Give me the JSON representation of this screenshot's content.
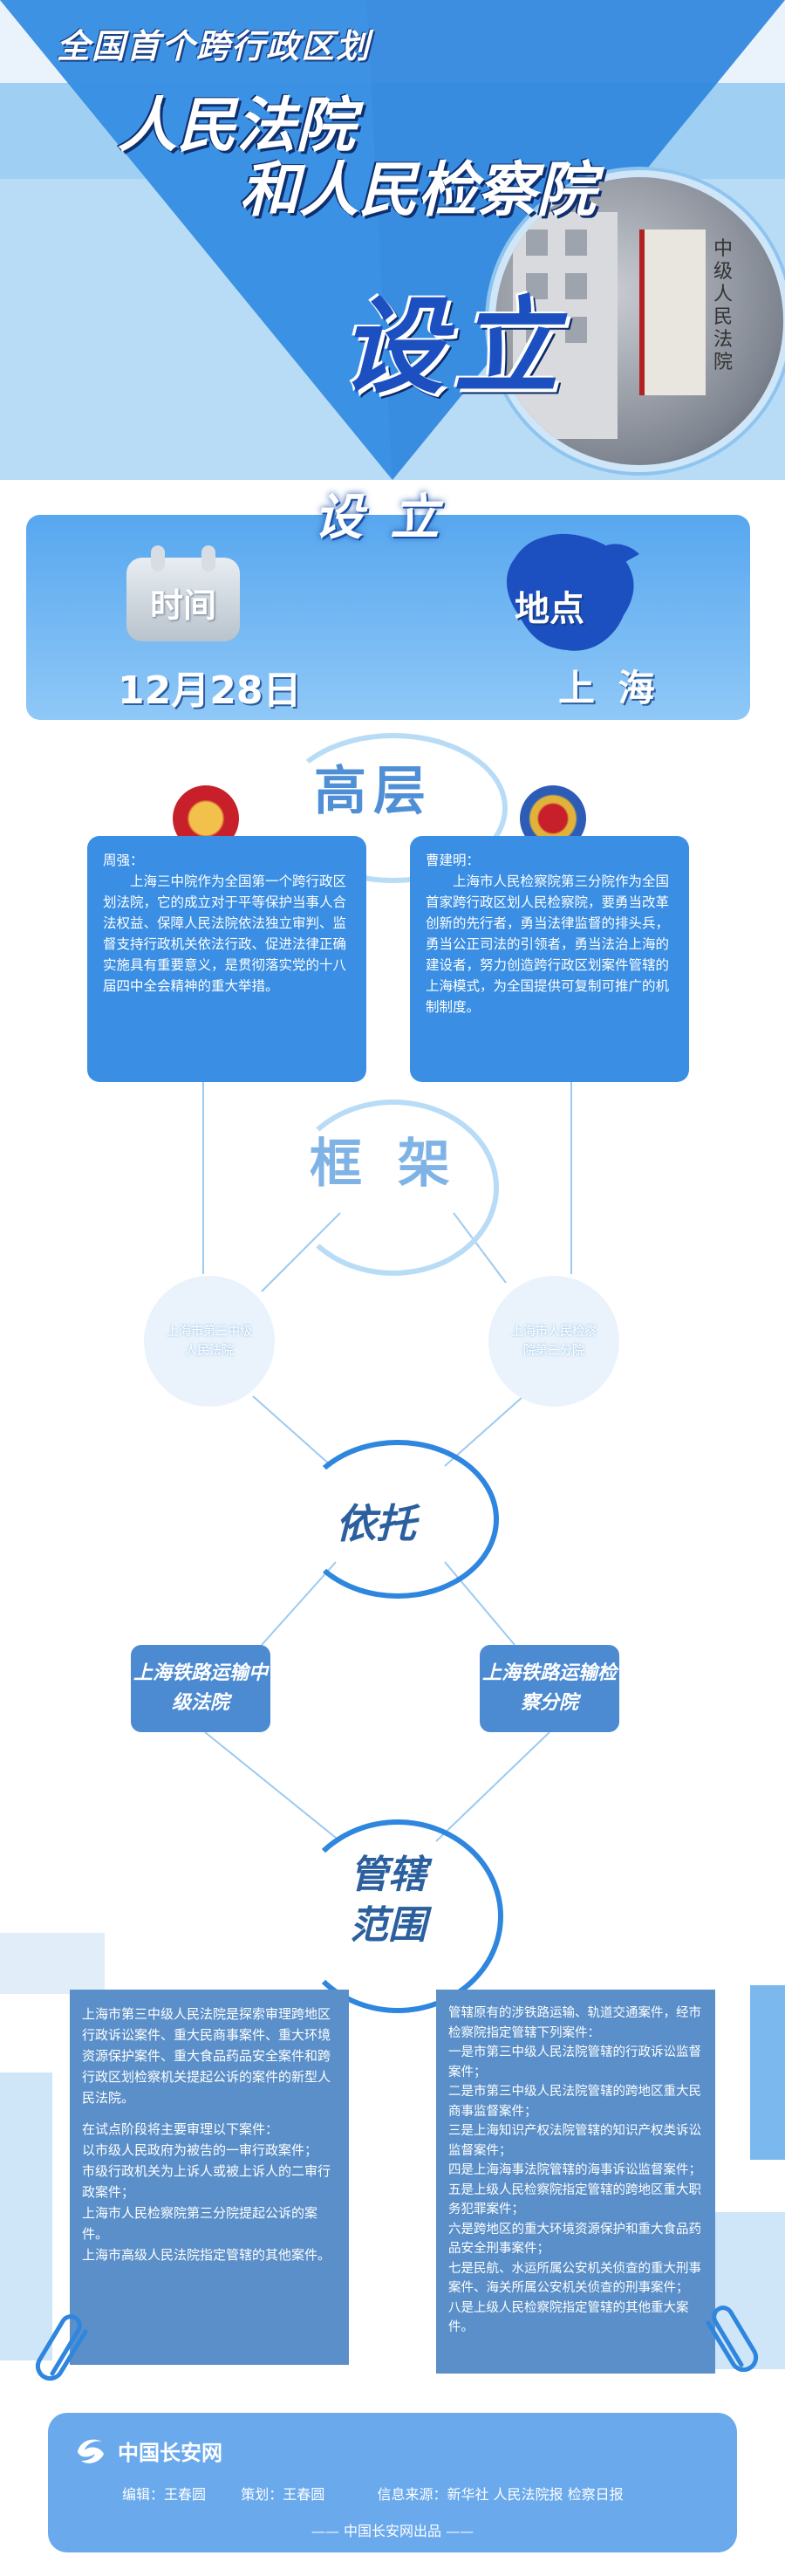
{
  "header": {
    "subtitle": "全国首个跨行政区划",
    "title_line1": "人民法院",
    "title_line2": "和人民检察院",
    "big_word": "设立",
    "photo_sign_text": "中级人民法院"
  },
  "info": {
    "section_title": "设 立",
    "time_label": "时间",
    "date": "12月28日",
    "place_label": "地点",
    "place": "上 海"
  },
  "leaders": {
    "section_title": "高层",
    "left": {
      "name": "周强：",
      "text": "上海三中院作为全国第一个跨行政区划法院，它的成立对于平等保护当事人合法权益、保障人民法院依法独立审判、监督支持行政机关依法行政、促进法律正确实施具有重要意义，是贯彻落实党的十八届四中全会精神的重大举措。"
    },
    "right": {
      "name": "曹建明：",
      "text": "上海市人民检察院第三分院作为全国首家跨行政区划人民检察院，要勇当改革创新的先行者，勇当法律监督的排头兵，勇当公正司法的引领者，勇当法治上海的建设者，努力创造跨行政区划案件管辖的上海模式，为全国提供可复制可推广的机制制度。"
    }
  },
  "framework": {
    "section_title": "框 架",
    "left_node": "上海市第三中级人民法院",
    "right_node": "上海市人民检察院第三分院"
  },
  "basis": {
    "section_title": "依托",
    "left_node": "上海铁路运输中级法院",
    "right_node": "上海铁路运输检察分院"
  },
  "scope": {
    "section_title": "管辖范围",
    "left_paragraphs": [
      "上海市第三中级人民法院是探索审理跨地区行政诉讼案件、重大民商事案件、重大环境资源保护案件、重大食品药品安全案件和跨行政区划检察机关提起公诉的案件的新型人民法院。",
      "在试点阶段将主要审理以下案件：",
      "以市级人民政府为被告的一审行政案件；",
      "市级行政机关为上诉人或被上诉人的二审行政案件；",
      "上海市人民检察院第三分院提起公诉的案件。",
      "上海市高级人民法院指定管辖的其他案件。"
    ],
    "right_paragraphs": [
      "管辖原有的涉铁路运输、轨道交通案件，经市检察院指定管辖下列案件：",
      "一是市第三中级人民法院管辖的行政诉讼监督案件；",
      "二是市第三中级人民法院管辖的跨地区重大民商事监督案件；",
      "三是上海知识产权法院管辖的知识产权类诉讼监督案件；",
      "四是上海海事法院管辖的海事诉讼监督案件；",
      "五是上级人民检察院指定管辖的跨地区重大职务犯罪案件；",
      "六是跨地区的重大环境资源保护和重大食品药品安全刑事案件；",
      "七是民航、水运所属公安机关侦查的重大刑事案件、海关所属公安机关侦查的刑事案件；",
      "八是上级人民检察院指定管辖的其他重大案件。"
    ]
  },
  "footer": {
    "brand": "中国长安网",
    "editor_label": "编辑：",
    "editor": "王春圆",
    "planner_label": "策划：",
    "planner": "王春圆",
    "source_label": "信息来源：",
    "sources": "新华社 人民法院报 检察日报",
    "produced": "—— 中国长安网出品 ——"
  },
  "colors": {
    "primary": "#3a8ee3",
    "dark_blue": "#1c4fbf",
    "light_blue": "#b9dcf6",
    "panel": "#5a8fc9"
  }
}
